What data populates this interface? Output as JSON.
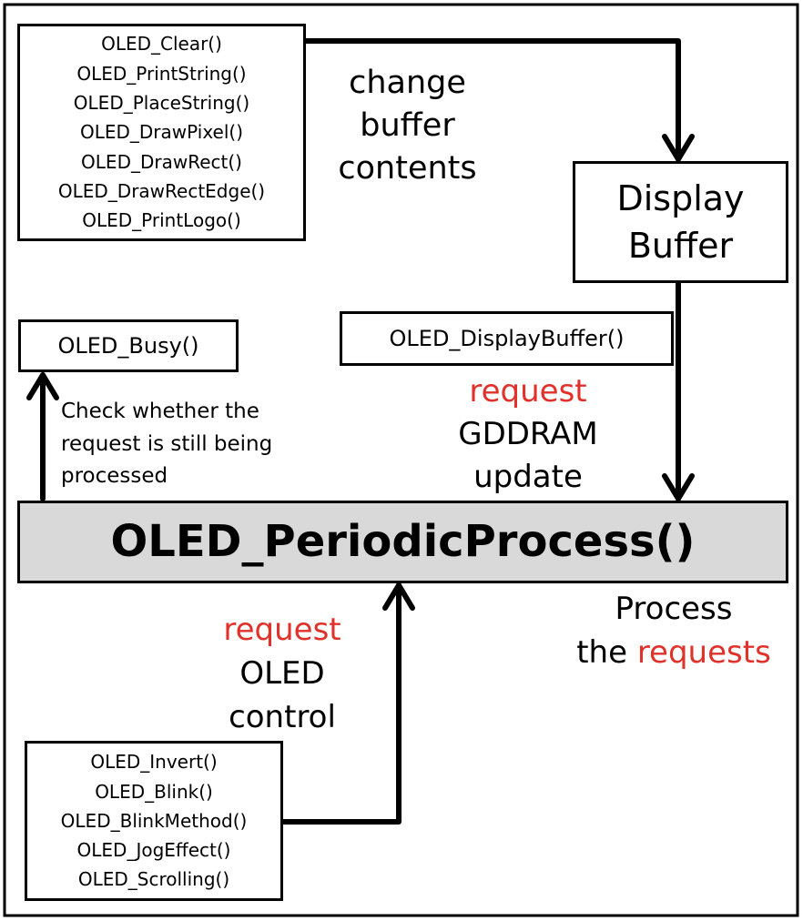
{
  "buffer_functions": [
    "OLED_Clear()",
    "OLED_PrintString()",
    "OLED_PlaceString()",
    "OLED_DrawPixel()",
    "OLED_DrawRect()",
    "OLED_DrawRectEdge()",
    "OLED_PrintLogo()"
  ],
  "change_buffer_label": [
    "change",
    "buffer",
    "contents"
  ],
  "display_buffer": [
    "Display",
    "Buffer"
  ],
  "busy_function": "OLED_Busy()",
  "check_label": [
    "Check whether the",
    "request is still being",
    "processed"
  ],
  "display_buffer_function": "OLED_DisplayBuffer()",
  "gddram_label": {
    "request": "request",
    "rest": [
      "GDDRAM",
      "update"
    ]
  },
  "periodic_process": "OLED_PeriodicProcess()",
  "process_label": {
    "line1": "Process",
    "the": "the",
    "requests": "requests"
  },
  "control_label": {
    "request": "request",
    "rest": [
      "OLED",
      "control"
    ]
  },
  "control_functions": [
    "OLED_Invert()",
    "OLED_Blink()",
    "OLED_BlinkMethod()",
    "OLED_JogEffect()",
    "OLED_Scrolling()"
  ],
  "colors": {
    "accent_red": "#e0322a",
    "process_fill": "#d9d9d9",
    "stroke": "#000000"
  }
}
